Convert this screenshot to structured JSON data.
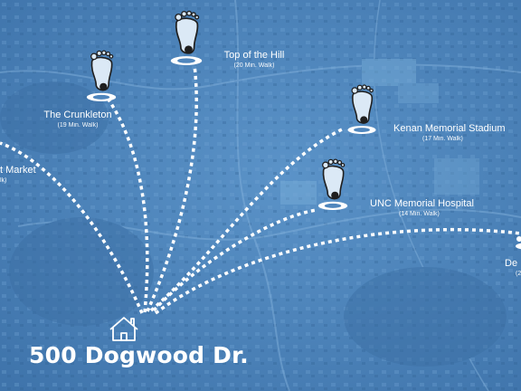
{
  "origin": {
    "address": "500 Dogwood Dr.",
    "icon": "house-icon"
  },
  "destinations": [
    {
      "name": "The Crunkleton",
      "walk": "(19 Min. Walk)",
      "icon": "footprint-icon"
    },
    {
      "name": "Top of the Hill",
      "walk": "(20 Min. Walk)",
      "icon": "footprint-icon"
    },
    {
      "name": "Kenan Memorial Stadium",
      "walk": "(17 Min. Walk)",
      "icon": "footprint-icon"
    },
    {
      "name": "UNC Memorial Hospital",
      "walk": "(14 Min. Walk)",
      "icon": "footprint-icon"
    },
    {
      "name": "t Market",
      "walk": "lk)"
    },
    {
      "name": "De",
      "walk": "(2"
    }
  ],
  "colors": {
    "map_tint": "#4f86bd",
    "route": "#ffffff",
    "marker_outline": "#1f1f1f"
  }
}
